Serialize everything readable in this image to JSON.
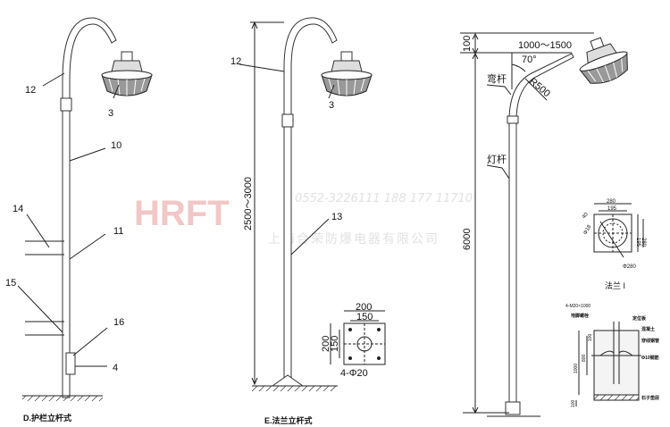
{
  "watermark": {
    "logo": "HRFT",
    "phones": "0552-3226111    188 177 11710",
    "company": "上海合荣防爆电器有限公司"
  },
  "figure_d": {
    "caption": "D.护栏立杆式",
    "callouts": [
      "12",
      "3",
      "10",
      "14",
      "11",
      "15",
      "16",
      "4"
    ]
  },
  "figure_e": {
    "caption": "E.法兰立杆式",
    "height_dim": "2500～3000",
    "callouts": [
      "12",
      "3",
      "13"
    ],
    "flange": {
      "w_outer": "200",
      "w_inner": "150",
      "h_outer": "200",
      "h_inner": "150",
      "holes": "4-Φ20"
    }
  },
  "figure_f": {
    "top_dim": "100",
    "arm_dim": "1000～1500",
    "angle": "70°",
    "radius": "R500",
    "bent_arm": "弯杆",
    "pole": "灯杆",
    "height_dim": "6000",
    "flange": {
      "caption": "法兰 I",
      "outer": "280",
      "inner": "195",
      "inner_v": "195",
      "outer_v": "280",
      "diameter": "Φ280",
      "small_a": "40",
      "small_b": "Φ18"
    },
    "foundation": {
      "bolt": "4-M20×1000",
      "anchor": "地脚螺栓",
      "plate": "定位板",
      "concrete": "混凝土",
      "conduit": "穿线钢管",
      "rebar": "Φ10钢筋",
      "gravel": "石子垫层",
      "dim_total": "1000",
      "dim_bolt": "800",
      "dim_top": "100",
      "dim_bottom": "100"
    }
  }
}
